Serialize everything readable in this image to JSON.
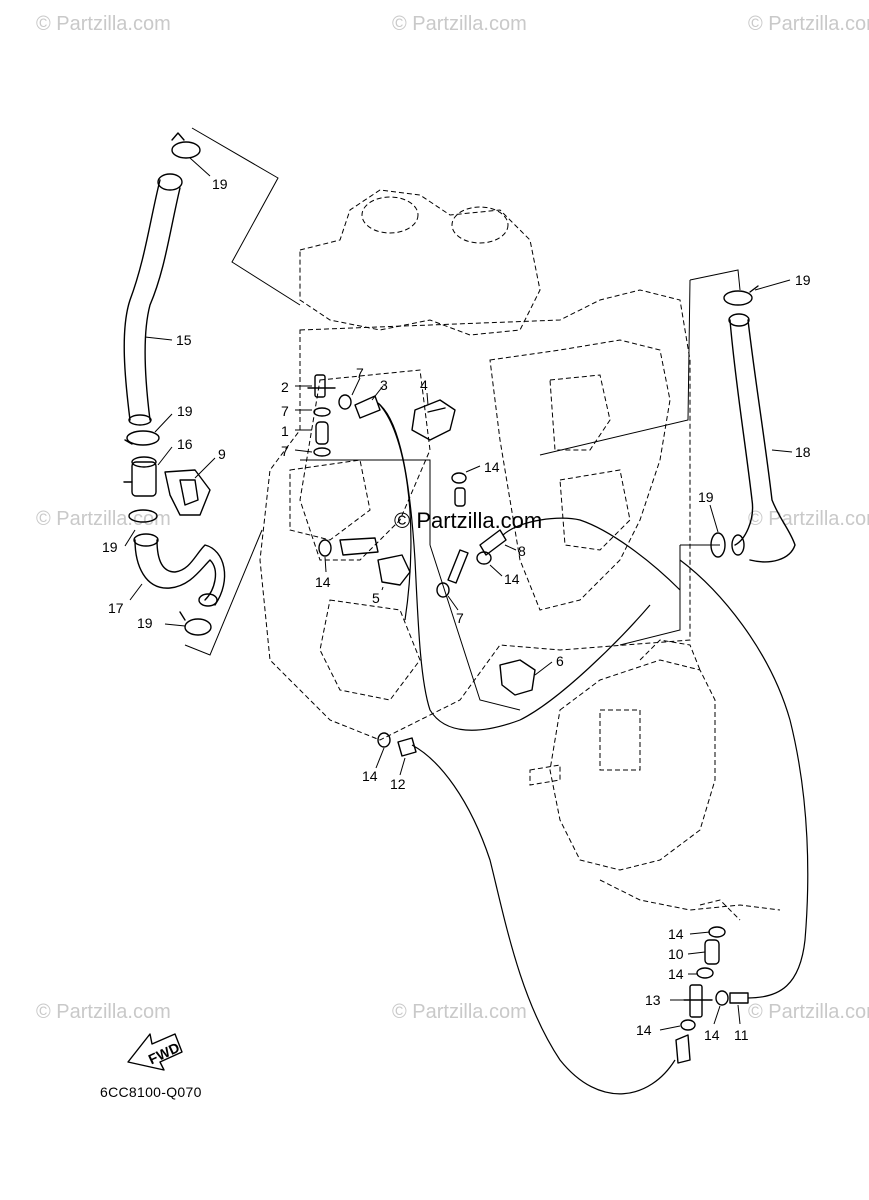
{
  "watermarks": [
    "© Partzilla.com",
    "© Partzilla.com",
    "© Partzilla.com",
    "© Partzilla.com",
    "© Partzilla.com",
    "© Partzilla.com",
    "© Partzilla.com",
    "© Partzilla.com"
  ],
  "center_watermark": "© Partzilla.com",
  "diagram_code": "6CC8100-Q070",
  "fwd_label": "FWD",
  "callouts": [
    "19",
    "15",
    "19",
    "16",
    "9",
    "19",
    "17",
    "19",
    "2",
    "7",
    "3",
    "4",
    "7",
    "1",
    "7",
    "14",
    "14",
    "5",
    "8",
    "14",
    "7",
    "6",
    "19",
    "18",
    "19",
    "14",
    "12",
    "14",
    "10",
    "14",
    "13",
    "14",
    "14",
    "11"
  ]
}
